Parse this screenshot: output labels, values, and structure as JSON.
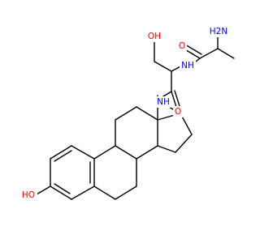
{
  "molecule": {
    "atom_labels": {
      "hydroxyl_phenol": "HO",
      "hydroxyl_serine": "OH",
      "amino": "H2N",
      "amide_nh_upper": "NH",
      "amide_nh_lower": "NH",
      "carbonyl_o_upper": "O",
      "carbonyl_o_lower": "O"
    },
    "colors": {
      "bond": "#000000",
      "oxygen": "#ff0000",
      "nitrogen": "#0000ff",
      "background": "#ffffff"
    }
  }
}
